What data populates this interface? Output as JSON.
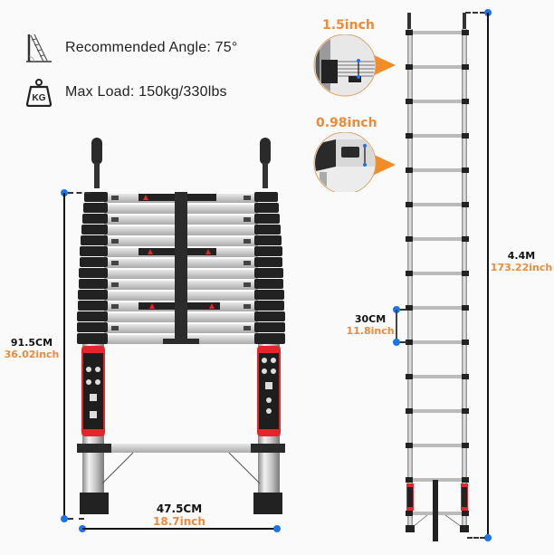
{
  "specs": {
    "angle": {
      "icon": "ladder-angle-icon",
      "label": "Recommended Angle: 75°"
    },
    "load": {
      "icon": "kg-weight-icon",
      "icon_text": "KG",
      "label": "Max Load: 150kg/330lbs"
    }
  },
  "collapsed_ladder": {
    "height": {
      "metric": "91.5CM",
      "imperial": "36.02inch"
    },
    "width": {
      "metric": "47.5CM",
      "imperial": "18.7inch"
    }
  },
  "extended_ladder": {
    "height": {
      "metric": "4.4M",
      "imperial": "173.22inch"
    },
    "rung_spacing": {
      "metric": "30CM",
      "imperial": "11.8inch"
    }
  },
  "callouts": [
    {
      "label": "1.5inch",
      "subject": "rung-depth"
    },
    {
      "label": "0.98inch",
      "subject": "rung-width"
    }
  ],
  "colors": {
    "accent_orange": "#ee8a3a",
    "dimension_dot_blue": "#1a73e8",
    "safety_red": "#e3262b"
  }
}
